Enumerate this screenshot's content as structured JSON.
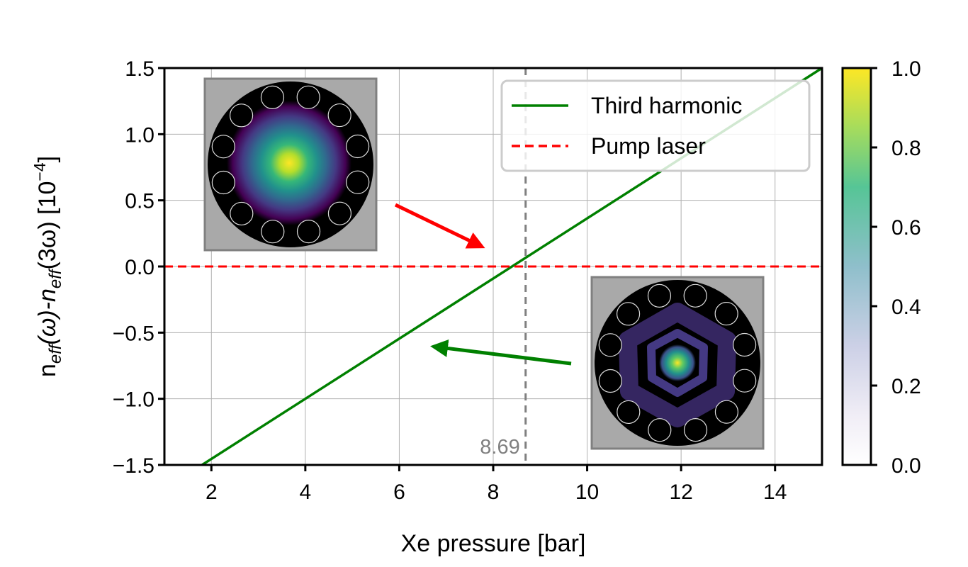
{
  "chart_data": {
    "type": "line",
    "title": "",
    "xlabel": "Xe pressure [bar]",
    "ylabel_parts": {
      "n1": "n",
      "sub1": "eff",
      "mid1": "(ω)-n",
      "sub2": "eff",
      "mid2": "(3ω) [10",
      "sup": "−4",
      "end": "]"
    },
    "xlim": [
      1,
      15
    ],
    "ylim": [
      -1.5,
      1.5
    ],
    "xticks": [
      2,
      4,
      6,
      8,
      10,
      12,
      14
    ],
    "xtick_labels": [
      "2",
      "4",
      "6",
      "8",
      "10",
      "12",
      "14"
    ],
    "yticks": [
      -1.5,
      -1.0,
      -0.5,
      0.0,
      0.5,
      1.0,
      1.5
    ],
    "ytick_labels": [
      "−1.5",
      "−1.0",
      "−0.5",
      "0.0",
      "0.5",
      "1.0",
      "1.5"
    ],
    "grid": true,
    "legend_position": "top-right",
    "series": [
      {
        "name": "Third harmonic",
        "style": "solid",
        "color": "#008000",
        "x": [
          1.8,
          15.0
        ],
        "y": [
          -1.5,
          1.5
        ]
      },
      {
        "name": "Pump laser",
        "style": "dashed",
        "color": "#ff0000",
        "x": [
          1.0,
          15.0
        ],
        "y": [
          0.0,
          0.0
        ]
      }
    ],
    "vline": {
      "x": 8.69,
      "label": "8.69",
      "color": "#808080",
      "style": "dashed"
    },
    "colorbar": {
      "range": [
        0.0,
        1.0
      ],
      "ticks": [
        0.0,
        0.2,
        0.4,
        0.6,
        0.8,
        1.0
      ],
      "tick_labels": [
        "0.0",
        "0.2",
        "0.4",
        "0.6",
        "0.8",
        "1.0"
      ],
      "colormap": "viridis"
    },
    "insets": [
      {
        "mode": "fundamental",
        "position": "top-left",
        "arrow_color": "#ff0000"
      },
      {
        "mode": "higher-order",
        "position": "bottom-right",
        "arrow_color": "#008000"
      }
    ]
  }
}
